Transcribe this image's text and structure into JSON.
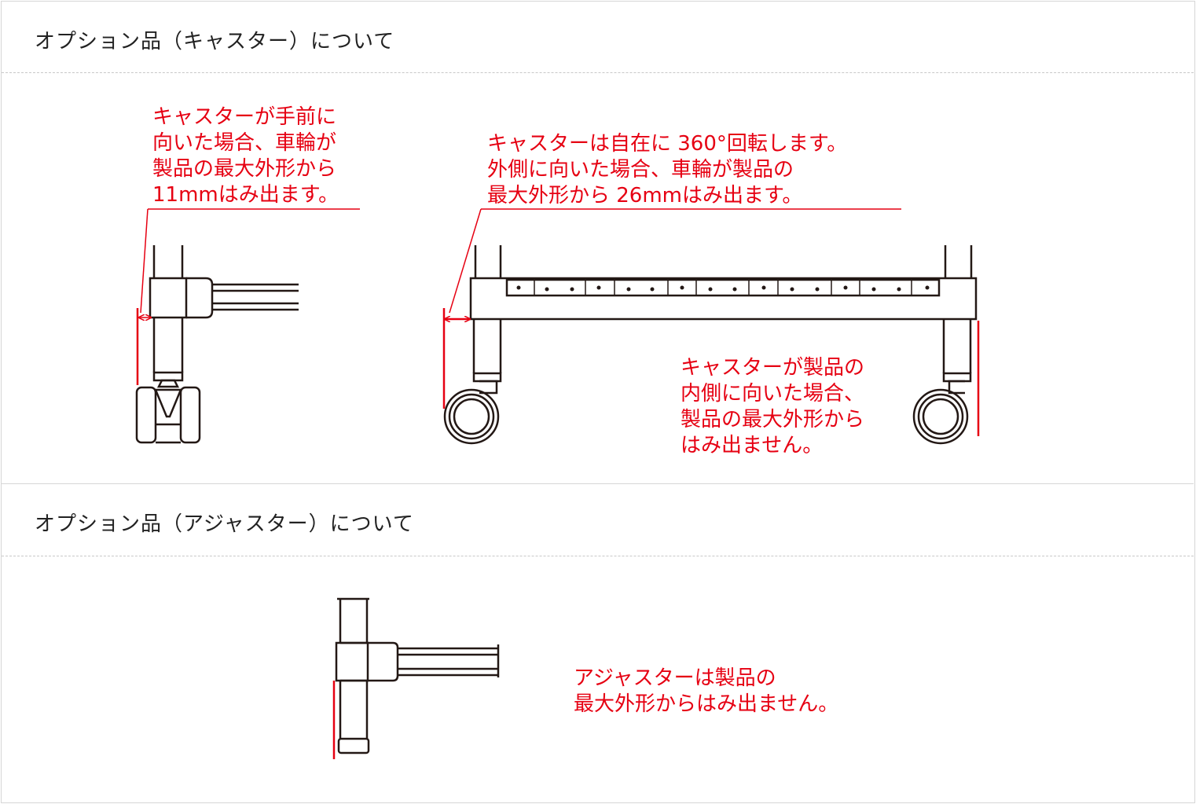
{
  "sections": {
    "caster": {
      "title": "オプション品（キャスター）について"
    },
    "adjuster": {
      "title": "オプション品（アジャスター）について"
    }
  },
  "notes": {
    "front": [
      "キャスターが手前に",
      "向いた場合、車輪が",
      "製品の最大外形から",
      "11mmはみ出ます。"
    ],
    "outer": [
      "キャスターは自在に 360°回転します。",
      "外側に向いた場合、車輪が製品の",
      "最大外形から 26mmはみ出ます。"
    ],
    "inner": [
      "キャスターが製品の",
      "内側に向いた場合、",
      "製品の最大外形から",
      "はみ出ません。"
    ],
    "adjuster": [
      "アジャスターは製品の",
      "最大外形からはみ出ません。"
    ]
  },
  "colors": {
    "annotation": "#e60012",
    "line": "#231815",
    "border": "#d6d6d6"
  }
}
